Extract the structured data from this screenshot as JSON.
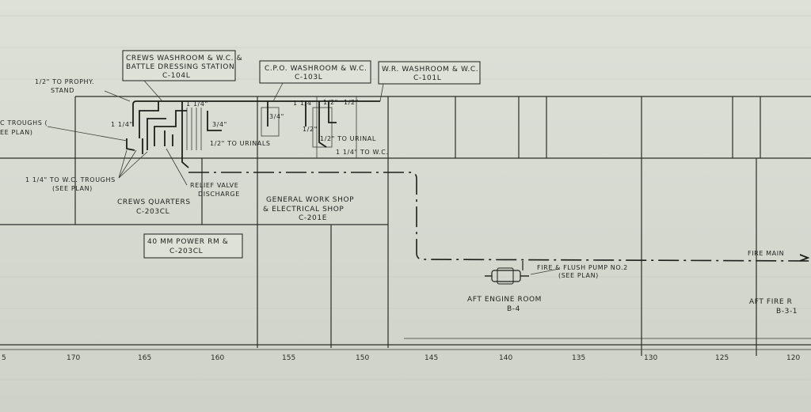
{
  "rooms": {
    "crews_washroom_line1": "CREWS WASHROOM & W.C. &",
    "crews_washroom_line2": "BATTLE DRESSING STATION",
    "crews_washroom_code": "C-104L",
    "cpo_washroom": "C.P.O. WASHROOM & W.C.",
    "cpo_washroom_code": "C-103L",
    "wr_washroom": "W.R. WASHROOM & W.C.",
    "wr_washroom_code": "C-101L",
    "crews_quarters": "CREWS QUARTERS",
    "crews_quarters_code": "C-203CL",
    "power_room": "40 MM POWER RM &",
    "power_room_code": "C-203CL",
    "workshop_line1": "GENERAL WORK SHOP",
    "workshop_line2": "& ELECTRICAL SHOP",
    "workshop_code": "C-201E",
    "aft_engine": "AFT ENGINE ROOM",
    "aft_engine_code": "B-4",
    "aft_fire": "AFT FIRE R",
    "aft_fire_code": "B-3-1"
  },
  "notes": {
    "prophy_line1": "1/2\" TO PROPHY.",
    "prophy_line2": "STAND",
    "troughs_line1": "C TROUGHS (",
    "troughs_line2": "EE PLAN)",
    "wc_troughs_line1": "1 1/4\" TO W.C. TROUGHS",
    "wc_troughs_line2": "(SEE PLAN)",
    "relief_line1": "RELIEF VALVE",
    "relief_line2": "DISCHARGE",
    "to_urinals": "1/2\" TO URINALS",
    "to_urinal": "1/2\" TO URINAL",
    "to_wc": "1 1/4\" TO W.C.",
    "pump_line1": "FIRE & FLUSH PUMP NO.2",
    "pump_line2": "(SEE PLAN)",
    "fire_main": "FIRE MAIN",
    "size_1_1_4_a": "1 1/4\"",
    "size_1_1_4_b": "1 1/4\"",
    "size_1_1_4_c": "1 1/4\"",
    "size_3_4_a": "3/4\"",
    "size_3_4_b": "3/4\"",
    "size_1_2_a": "1/2\"",
    "size_1_2_b": "1/2\"",
    "size_1_2_c": "1/2\""
  },
  "frames": [
    "5",
    "170",
    "165",
    "160",
    "155",
    "150",
    "145",
    "140",
    "135",
    "130",
    "125",
    "120"
  ]
}
